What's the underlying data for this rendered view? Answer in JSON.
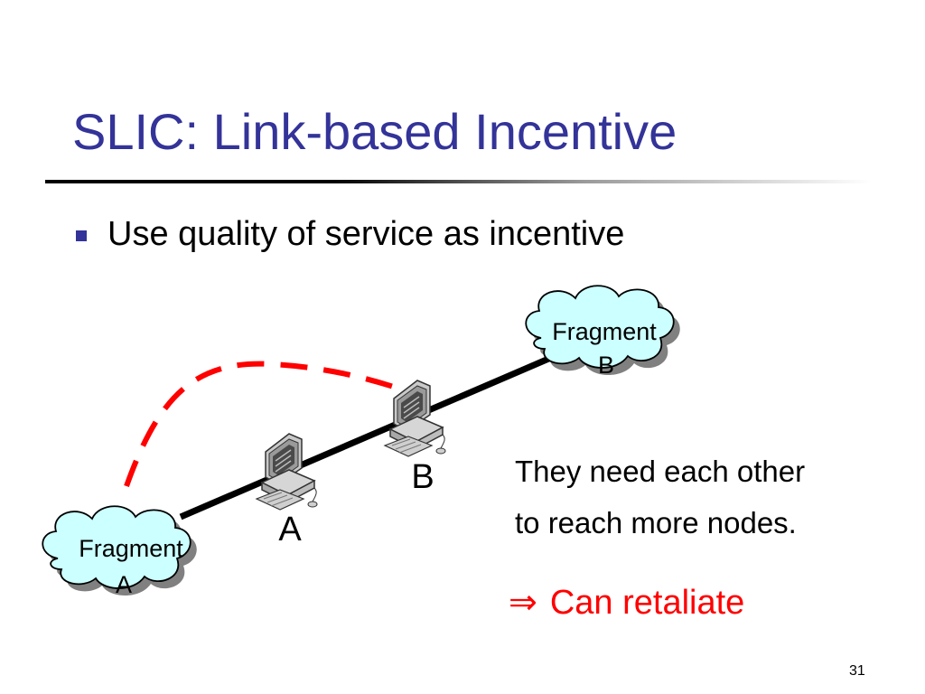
{
  "slide": {
    "title": "SLIC: Link-based Incentive",
    "bullets": [
      "Use quality of service as incentive"
    ],
    "page_number": "31"
  },
  "diagram": {
    "fragment_a": {
      "line1": "Fragment",
      "line2": "A"
    },
    "fragment_b": {
      "line1": "Fragment",
      "line2": "B"
    },
    "node_a_label": "A",
    "node_b_label": "B",
    "note_line1": "They need each other",
    "note_line2": "to reach more nodes.",
    "conclusion_arrow": "⇒",
    "conclusion_text": "Can retaliate"
  },
  "colors": {
    "title": "#333399",
    "bullet": "#333399",
    "cloud_fill": "#ccffff",
    "dashed_link": "#ff0000",
    "conclusion": "#ff0000"
  },
  "icons": [
    "computer-icon",
    "cloud-icon"
  ]
}
